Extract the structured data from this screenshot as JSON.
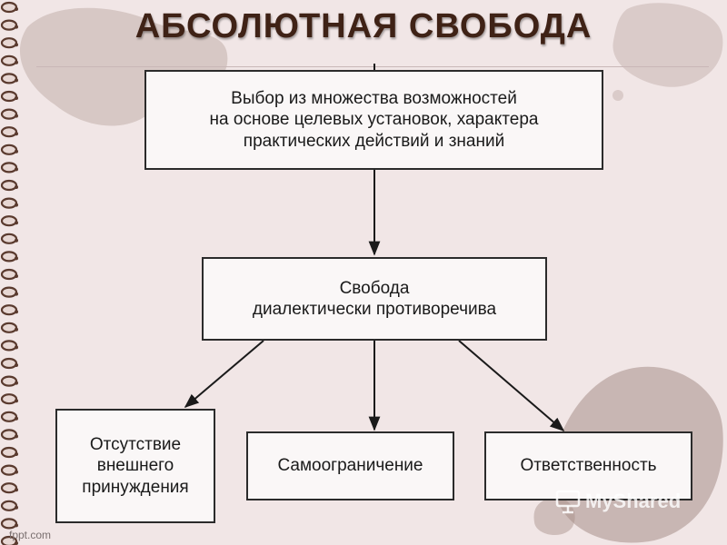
{
  "title": "АБСОЛЮТНАЯ СВОБОДА",
  "nodes": {
    "choice": {
      "line1": "Выбор из множества возможностей",
      "line2": "на основе целевых установок, характера",
      "line3": "практических действий и знаний"
    },
    "freedom": {
      "line1": "Свобода",
      "line2": "диалектически противоречива"
    },
    "coercion": {
      "line1": "Отсутствие",
      "line2": "внешнего",
      "line3": "принуждения"
    },
    "selflimit": {
      "line1": "Самоограничение"
    },
    "responsibility": {
      "line1": "Ответственность"
    }
  },
  "footer": "fppt.com",
  "watermark": "MyShared",
  "colors": {
    "background": "#f1e6e6",
    "title": "#3f2216",
    "box_border": "#2b2b2b",
    "splatter": "#a68e88"
  }
}
